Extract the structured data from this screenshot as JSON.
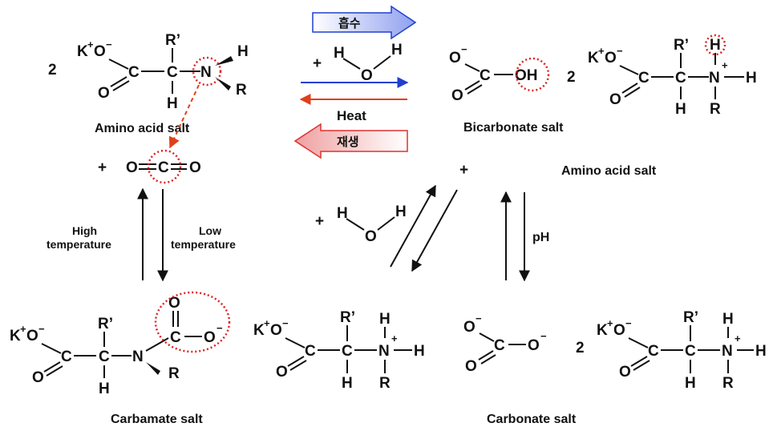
{
  "labels": {
    "amino_acid_salt_top": "Amino acid salt",
    "bicarbonate_salt": "Bicarbonate salt",
    "amino_acid_salt_right": "Amino acid salt",
    "carbamate_salt": "Carbamate salt",
    "carbonate_salt": "Carbonate salt",
    "heat": "Heat",
    "absorption": "흡수",
    "regeneration": "재생",
    "high_temperature_1": "High",
    "high_temperature_2": "temperature",
    "low_temperature_1": "Low",
    "low_temperature_2": "temperature",
    "ph": "pH"
  },
  "symbols": {
    "coef_2": "2",
    "plus": "+",
    "K": "K",
    "O": "O",
    "C": "C",
    "N": "N",
    "H": "H",
    "R": "R",
    "R_prime": "R’",
    "OH": "OH",
    "sup_plus": "+",
    "sup_minus": "−"
  },
  "colors": {
    "absorb_arrow": "#1f3fd0",
    "heat_arrow": "#e0401a",
    "regen_arrow": "#e03030",
    "highlight_circle": "#e02020",
    "text": "#111111"
  }
}
